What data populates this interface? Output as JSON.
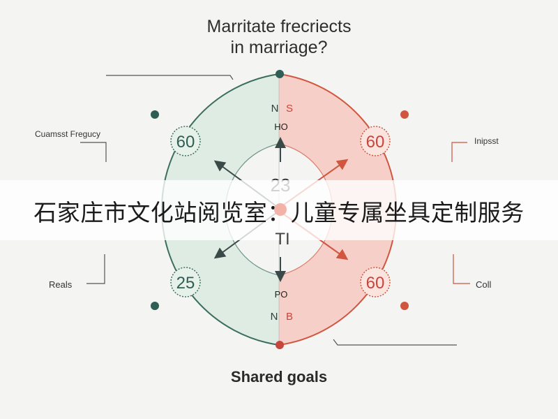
{
  "diagram": {
    "title_line1": "Marritate frecriects",
    "title_line2": "in marriage?",
    "left_labels": {
      "top": "Cuamsst Fregucy",
      "bottom": "Reals"
    },
    "right_labels": {
      "top": "Inipsst",
      "bottom": "Coll"
    },
    "badges": {
      "top_left": "60",
      "top_right": "60",
      "bottom_left": "25",
      "bottom_right": "60"
    },
    "center": {
      "top_number": "23",
      "bottom_text": "TI"
    },
    "axis": {
      "top_label": "HO",
      "bottom_label": "PO",
      "top_letter_left": "N",
      "top_letter_right": "S",
      "bottom_letter_left": "N",
      "bottom_letter_right": "B"
    },
    "footer": "Shared goals",
    "colors": {
      "green_fill": "#dfece4",
      "green_stroke": "#3c6e5f",
      "red_fill": "#f6cfc8",
      "red_stroke": "#d0563f",
      "dark_arrow": "#3a4a48",
      "red_arrow": "#d2553f"
    }
  },
  "overlay": {
    "banner_text": "石家庄市文化站阅览室：儿童专属坐具定制服务"
  }
}
